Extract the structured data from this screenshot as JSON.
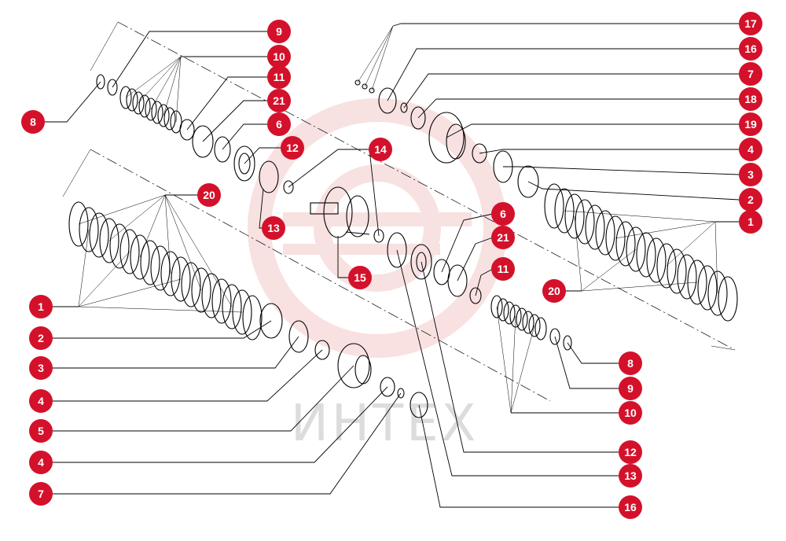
{
  "watermark": {
    "text": "ИНТЕХ",
    "color": "#f0c8c8"
  },
  "callout_color": "#d4112b",
  "callouts": {
    "tl_9": "9",
    "tl_10": "10",
    "tl_11": "11",
    "tl_21": "21",
    "tl_6": "6",
    "tl_12": "12",
    "tl_8": "8",
    "tl_14": "14",
    "tl_20": "20",
    "tl_13": "13",
    "tl_15": "15",
    "tr_17": "17",
    "tr_16": "16",
    "tr_7": "7",
    "tr_18": "18",
    "tr_19": "19",
    "tr_4": "4",
    "tr_3": "3",
    "tr_2": "2",
    "tr_1": "1",
    "mid_6": "6",
    "mid_21": "21",
    "mid_11": "11",
    "mid_20": "20",
    "bl_1": "1",
    "bl_2": "2",
    "bl_3": "3",
    "bl_4a": "4",
    "bl_5": "5",
    "bl_4b": "4",
    "bl_7": "7",
    "br_8": "8",
    "br_9": "9",
    "br_10": "10",
    "br_12": "12",
    "br_13": "13",
    "br_16": "16"
  }
}
